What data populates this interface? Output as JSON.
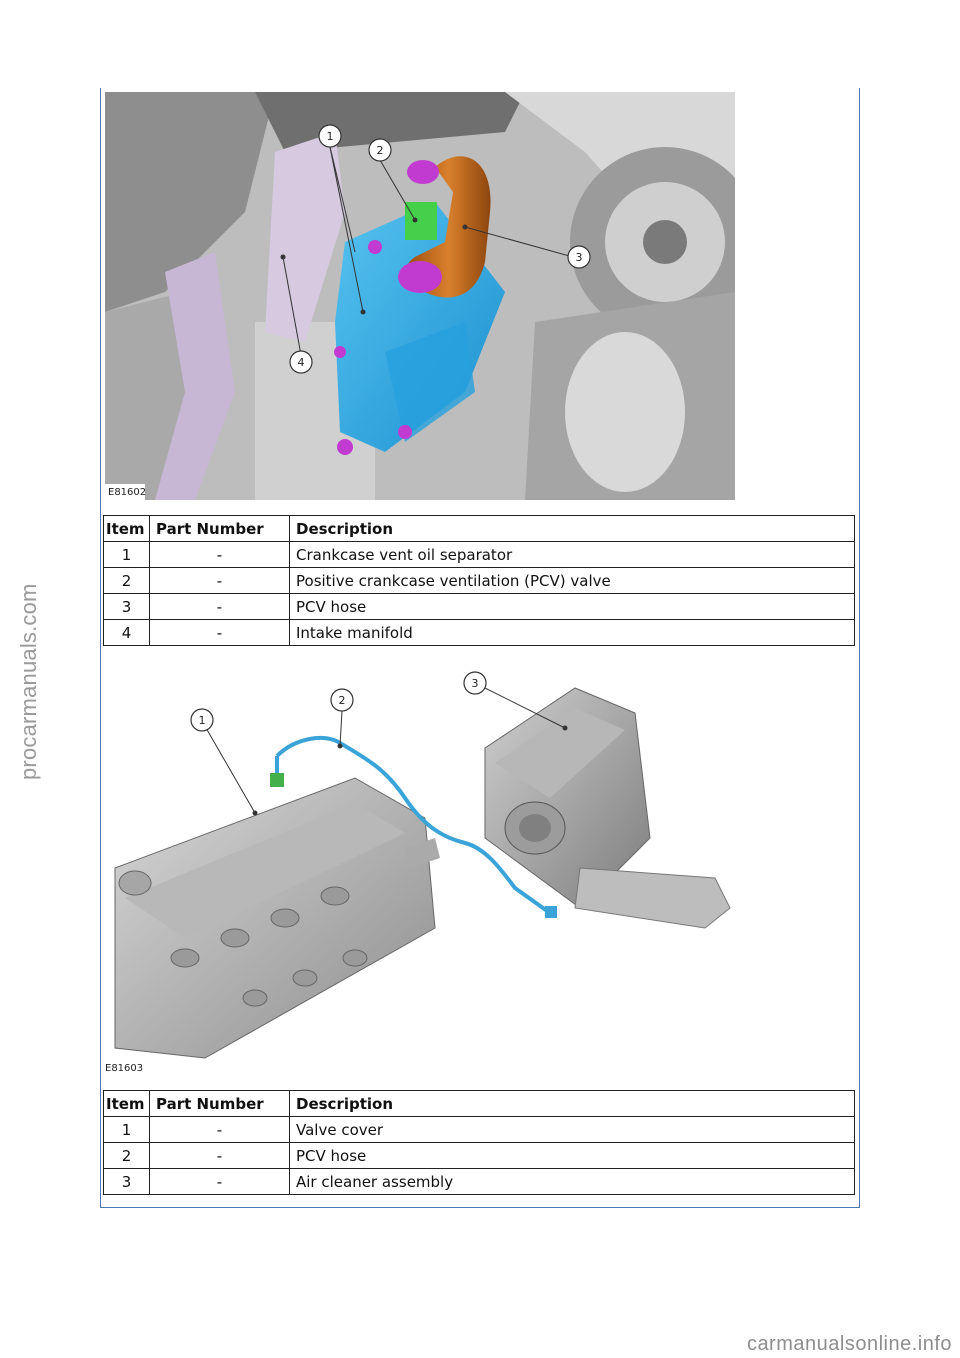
{
  "watermark_side": "procarmanuals.com",
  "watermark_bottom": "carmanualsonline.info",
  "figure1": {
    "code": "E81602",
    "callouts": [
      "1",
      "2",
      "3",
      "4"
    ]
  },
  "table1": {
    "headers": [
      "Item",
      "Part Number",
      "Description"
    ],
    "rows": [
      {
        "item": "1",
        "part": "-",
        "desc": "Crankcase vent oil separator"
      },
      {
        "item": "2",
        "part": "-",
        "desc": "Positive crankcase ventilation (PCV) valve"
      },
      {
        "item": "3",
        "part": "-",
        "desc": "PCV hose"
      },
      {
        "item": "4",
        "part": "-",
        "desc": "Intake manifold"
      }
    ]
  },
  "figure2": {
    "code": "E81603",
    "callouts": [
      "1",
      "2",
      "3"
    ]
  },
  "table2": {
    "headers": [
      "Item",
      "Part Number",
      "Description"
    ],
    "rows": [
      {
        "item": "1",
        "part": "-",
        "desc": "Valve cover"
      },
      {
        "item": "2",
        "part": "-",
        "desc": "PCV hose"
      },
      {
        "item": "3",
        "part": "-",
        "desc": "Air cleaner assembly"
      }
    ]
  },
  "colors": {
    "frame": "#4a78b8",
    "separator": "#29a9e6",
    "valve": "#44d04a",
    "hose": "#c56a1c",
    "fittings": "#c23bd1",
    "manifold": "#c7b6d4",
    "pcv_hose_line": "#3aa4d8"
  }
}
